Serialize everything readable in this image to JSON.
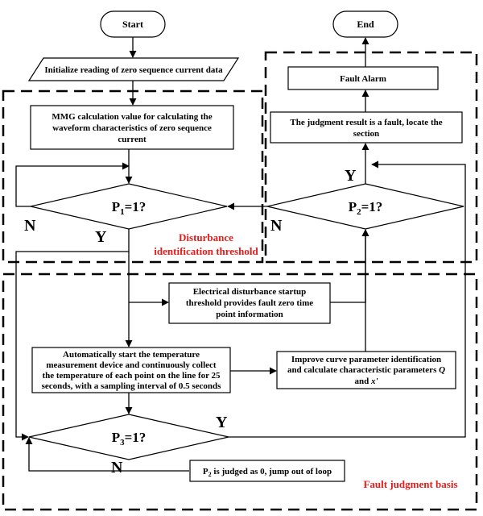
{
  "start": "Start",
  "end": "End",
  "init": "Initialize  reading of zero sequence current data",
  "mmg": [
    "MMG calculation value for calculating the",
    "waveform characteristics of zero sequence",
    "current"
  ],
  "p1": {
    "pre": "P",
    "sub": "1",
    "post": "=1?"
  },
  "p2": {
    "pre": "P",
    "sub": "2",
    "post": "=1?"
  },
  "p3": {
    "pre": "P",
    "sub": "3",
    "post": "=1?"
  },
  "fault_alarm": "Fault Alarm",
  "judgment": [
    "The judgment result is a fault, locate the",
    "section"
  ],
  "electrical": [
    "Electrical disturbance startup",
    "threshold provides fault zero time",
    "point information"
  ],
  "auto_start": [
    "Automatically start the temperature",
    "measurement device and continuously collect",
    "the temperature of each point on the line for 25",
    "seconds, with a sampling interval of 0.5 seconds"
  ],
  "improve": {
    "line1": "Improve curve parameter identification",
    "line2": "and calculate characteristic parameters",
    "q": "Q",
    "line3a": "and",
    "x": "x'"
  },
  "p2_zero": {
    "pre": "P",
    "sub": "2",
    "post": " is judged as 0, jump  out of loop"
  },
  "region_top": [
    "Disturbance",
    "identification threshold"
  ],
  "region_bottom": "Fault judgment basis",
  "labels": {
    "y": "Y",
    "n": "N"
  }
}
